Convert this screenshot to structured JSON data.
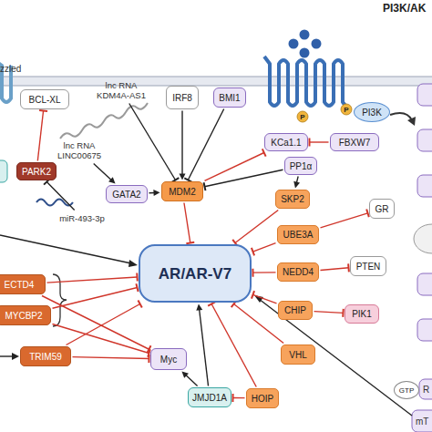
{
  "diagram": {
    "nodes": [
      {
        "text": [
          "BCL-XL"
        ]
      },
      {
        "text": [
          "lnc RNA KDM4A-AS1"
        ]
      },
      {
        "text": [
          "IRF8"
        ]
      },
      {
        "text": [
          "BMI1"
        ]
      },
      {
        "text": [
          "PI3K"
        ]
      },
      {
        "text": [
          "KCa1.1"
        ]
      },
      {
        "text": [
          "FBXW7"
        ]
      },
      {
        "text": [
          "lnc RNA LINC00675"
        ]
      },
      {
        "text": [
          "PP1α"
        ]
      },
      {
        "text": [
          "PARK2"
        ]
      },
      {
        "text": [
          "GATA2"
        ]
      },
      {
        "text": [
          "MDM2"
        ]
      },
      {
        "text": [
          "SKP2"
        ]
      },
      {
        "text": [
          "GR"
        ]
      },
      {
        "text": [
          "miR-493-3p"
        ]
      },
      {
        "text": [
          "UBE3A"
        ]
      },
      {
        "text": [
          "AR/AR-V7"
        ]
      },
      {
        "text": [
          "PTEN"
        ]
      },
      {
        "text": [
          "NEDD4"
        ]
      },
      {
        "text": [
          "ECTD4"
        ]
      },
      {
        "text": [
          "CHIP"
        ]
      },
      {
        "text": [
          "PIK1"
        ]
      },
      {
        "text": [
          "MYCBP2"
        ]
      },
      {
        "text": [
          "TRIM59"
        ]
      },
      {
        "text": [
          "Myc"
        ]
      },
      {
        "text": [
          "VHL"
        ]
      },
      {
        "text": [
          "JMJD1A"
        ]
      },
      {
        "text": [
          "HOIP"
        ]
      },
      {
        "text": [
          "GTP"
        ]
      }
    ],
    "edges": [
      {
        "from": 1,
        "to": 11,
        "arrow": "to"
      },
      {
        "from": 7,
        "to": 10,
        "arrow": "to"
      },
      {
        "from": 10,
        "to": 11,
        "arrow": "to"
      },
      {
        "from": 2,
        "to": 11,
        "arrow": "to"
      },
      {
        "from": 3,
        "to": 11,
        "arrow": "to"
      },
      {
        "from": 8,
        "to": 11,
        "arrow": "to"
      },
      {
        "from": 11,
        "to": 5,
        "arrow": "to"
      },
      {
        "from": 6,
        "to": 5,
        "arrow": "to"
      },
      {
        "from": 8,
        "to": 12,
        "arrow": "to"
      },
      {
        "from": 9,
        "to": 0,
        "arrow": "to"
      },
      {
        "from": 14,
        "to": 9,
        "arrow": "to"
      },
      {
        "from": 11,
        "to": 16,
        "arrow": "to"
      },
      {
        "from": 12,
        "to": 16,
        "arrow": "to"
      },
      {
        "from": 15,
        "to": 16,
        "arrow": "to"
      },
      {
        "from": 15,
        "to": 13,
        "arrow": "to"
      },
      {
        "from": 18,
        "to": 16,
        "arrow": "to"
      },
      {
        "from": 18,
        "to": 17,
        "arrow": "to"
      },
      {
        "from": 20,
        "to": 16,
        "arrow": "to"
      },
      {
        "from": 20,
        "to": 21,
        "arrow": "to"
      },
      {
        "from": 25,
        "to": 16,
        "arrow": "to"
      },
      {
        "from": 27,
        "to": 16,
        "arrow": "to"
      },
      {
        "from": 27,
        "to": 26,
        "arrow": "to"
      },
      {
        "from": 26,
        "to": 16,
        "arrow": "to"
      },
      {
        "from": 26,
        "to": 24,
        "arrow": "to"
      },
      {
        "from": 19,
        "to": 16,
        "arrow": "to"
      },
      {
        "from": 22,
        "to": 16,
        "arrow": "to"
      },
      {
        "from": 19,
        "to": 24,
        "arrow": "to"
      },
      {
        "from": 22,
        "to": 24,
        "arrow": "to"
      },
      {
        "from": 23,
        "to": 16,
        "arrow": "to"
      },
      {
        "from": 23,
        "to": 24,
        "arrow": "to"
      }
    ],
    "labels": [
      "PI3K/AK",
      "zzled",
      "P",
      "P",
      "R",
      "mT"
    ]
  }
}
